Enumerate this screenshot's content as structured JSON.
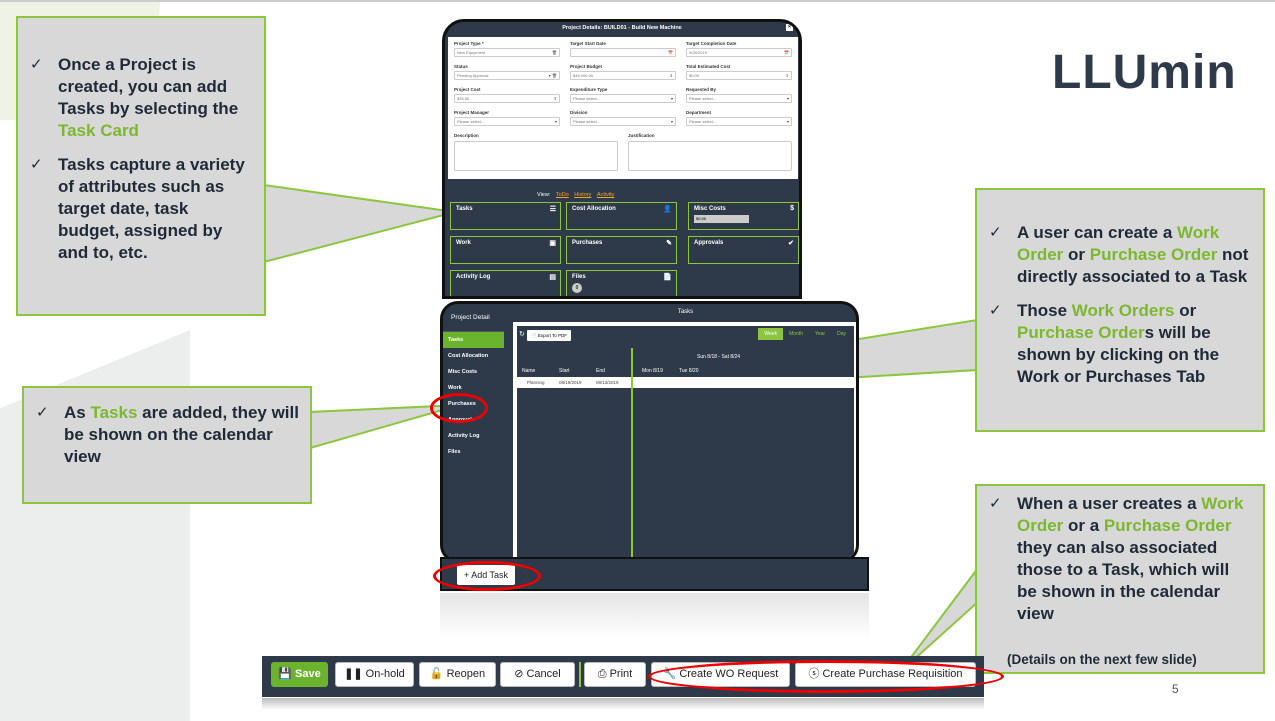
{
  "logo": "LLUmin",
  "page_number": "5",
  "callout_top_left": {
    "items": [
      {
        "a": "Once a Project is created, you can add Tasks by selecting the ",
        "g": "Task Card",
        "b": ""
      },
      {
        "a": "Tasks capture a variety of attributes such as target date, task budget, assigned by and to, etc.",
        "g": "",
        "b": ""
      }
    ]
  },
  "callout_mid_left": {
    "a": "As ",
    "g": "Tasks",
    "b": " are added, they will be shown on the calendar view"
  },
  "callout_top_right": {
    "p1": {
      "a": "A user can create a ",
      "g1": "Work Order",
      "m": " or  ",
      "g2": "Purchase Order",
      "b": " not directly associated to a Task"
    },
    "p2": {
      "a": "Those ",
      "g1": "Work Orders",
      "m": " or ",
      "g2": "Purchase Order",
      "b": "s will be shown by clicking on the Work or Purchases Tab"
    }
  },
  "callout_bottom_right": {
    "a": "When a user creates a ",
    "g1": "Work Order",
    "m": " or a ",
    "g2": "Purchase Order",
    "b": " they can also associated those to a Task, which will be shown in the calendar view",
    "note": "(Details on the next few slide)"
  },
  "project": {
    "title": "Project Details: BUILD01 - Build New Machine",
    "fields": [
      {
        "label": "Project Type *",
        "value": "New Equipment",
        "ctrl": "🗑"
      },
      {
        "label": "Target Start Date",
        "value": "",
        "ctrl": "📅"
      },
      {
        "label": "Target Completion Date",
        "value": "9/28/2019",
        "ctrl": "📅"
      },
      {
        "label": "Status",
        "value": "Pending Approval",
        "ctrl": "▾ 🗑"
      },
      {
        "label": "Project Budget",
        "value": "$45,000.00",
        "ctrl": "⇕"
      },
      {
        "label": "Total Estimated Cost",
        "value": "$0.00",
        "ctrl": "⇕"
      },
      {
        "label": "Project Cost",
        "value": "$35.50",
        "ctrl": "⇕"
      },
      {
        "label": "Expenditure Type",
        "value": "Please select...",
        "ctrl": "▾"
      },
      {
        "label": "Requested By",
        "value": "Please select...",
        "ctrl": "▾"
      },
      {
        "label": "Project Manager",
        "value": "Please select...",
        "ctrl": "▾"
      },
      {
        "label": "Division",
        "value": "Please select...",
        "ctrl": "▾"
      },
      {
        "label": "Department",
        "value": "Please select...",
        "ctrl": "▾"
      }
    ],
    "description_label": "Description",
    "justification_label": "Justification",
    "view_label": "View:",
    "view_links": [
      "ToDo",
      "History",
      "Activity"
    ],
    "cards": [
      {
        "title": "Tasks",
        "icon": "☰"
      },
      {
        "title": "Cost Allocation",
        "icon": "👤"
      },
      {
        "title": "Misc Costs",
        "icon": "$",
        "value": "$0.00"
      },
      {
        "title": "Work",
        "icon": "▣"
      },
      {
        "title": "Purchases",
        "icon": "✎"
      },
      {
        "title": "Approvals",
        "icon": "✔"
      },
      {
        "title": "Activity Log",
        "icon": "▤"
      },
      {
        "title": "Files",
        "icon": "📄",
        "badge": "0"
      }
    ]
  },
  "tasks_panel": {
    "side_title": "Project Detail",
    "header": "Tasks",
    "side_items": [
      "Tasks",
      "Cost Allocation",
      "Misc Costs",
      "Work",
      "Purchases",
      "Approvals",
      "Activity Log",
      "Files"
    ],
    "export": "Export To PDF",
    "views": [
      "Week",
      "Month",
      "Year",
      "Day"
    ],
    "week_range": "Sun 8/18 - Sat 8/24",
    "columns": [
      "Name",
      "Start",
      "End"
    ],
    "days": [
      "Mon 8/19",
      "Tue 8/20"
    ],
    "row": {
      "name": "Planning",
      "start": "08/19/2019",
      "end": "08/13/2019"
    },
    "add_task": "+ Add Task"
  },
  "toolbar": {
    "save": "Save",
    "onhold": "On-hold",
    "reopen": "Reopen",
    "cancel": "Cancel",
    "print": "Print",
    "create_wo": "Create WO Request",
    "create_pr": "Create Purchase Requisition"
  }
}
